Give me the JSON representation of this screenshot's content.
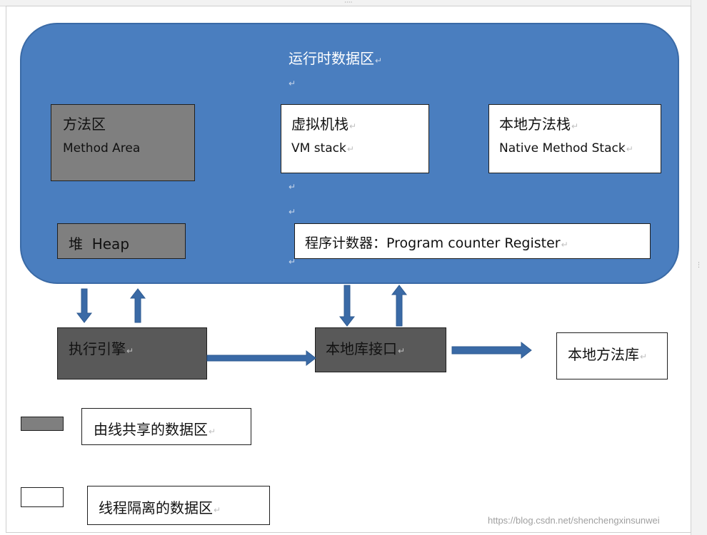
{
  "runtime_area": {
    "title": "运行时数据区"
  },
  "method_area": {
    "zh": "方法区",
    "en": "Method Area"
  },
  "vm_stack": {
    "zh": "虚拟机栈",
    "en": "VM stack"
  },
  "native_stack": {
    "zh": "本地方法栈",
    "en": "Native Method Stack"
  },
  "heap": {
    "label": "堆  Heap"
  },
  "program_counter": {
    "label": "程序计数器：Program counter Register"
  },
  "execution_engine": {
    "label": "执行引擎"
  },
  "native_interface": {
    "label": "本地库接口"
  },
  "native_library": {
    "label": "本地方法库"
  },
  "legend": {
    "shared": "由线共享的数据区",
    "isolated": "线程隔离的数据区"
  },
  "watermark": "https://blog.csdn.net/shenchengxinsunwei",
  "colors": {
    "runtime_fill": "#4a7ebf",
    "shared_fill": "#7f7f7f",
    "engine_fill": "#595959",
    "arrow": "#3a6aa6"
  }
}
